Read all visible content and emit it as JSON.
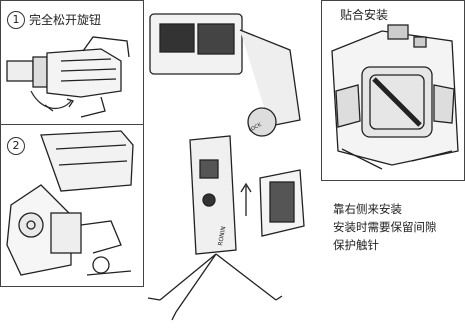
{
  "step1": {
    "number": "1",
    "label": "完全松开旋钮"
  },
  "step2": {
    "number": "2"
  },
  "right_panel": {
    "title": "贴合安装"
  },
  "note": {
    "lines": [
      "靠右侧来安装",
      "安装时需要保留间隙",
      "保护触针"
    ]
  },
  "device_text": {
    "ronin_mark": "RONIN",
    "lock_mark": "LOCK"
  }
}
